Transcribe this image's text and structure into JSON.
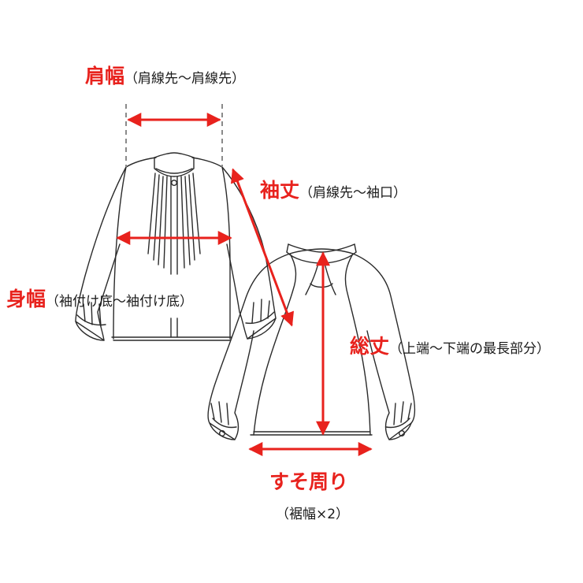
{
  "colors": {
    "accent": "#e8221d",
    "outline": "#2a2a2a",
    "guide": "#8a8a8a",
    "text": "#1a1a1a"
  },
  "labels": {
    "shoulder_width": {
      "title": "肩幅",
      "note": "（肩線先～肩線先）"
    },
    "sleeve_length": {
      "title": "袖丈",
      "note": "（肩線先～袖口）"
    },
    "body_width": {
      "title": "身幅",
      "note": "（袖付け底～袖付け底）"
    },
    "total_length": {
      "title": "総丈",
      "note": "（上端～下端の最長部分）"
    },
    "hem_circumference": {
      "title": "すそ周り",
      "note": "（裾幅×2）"
    }
  }
}
